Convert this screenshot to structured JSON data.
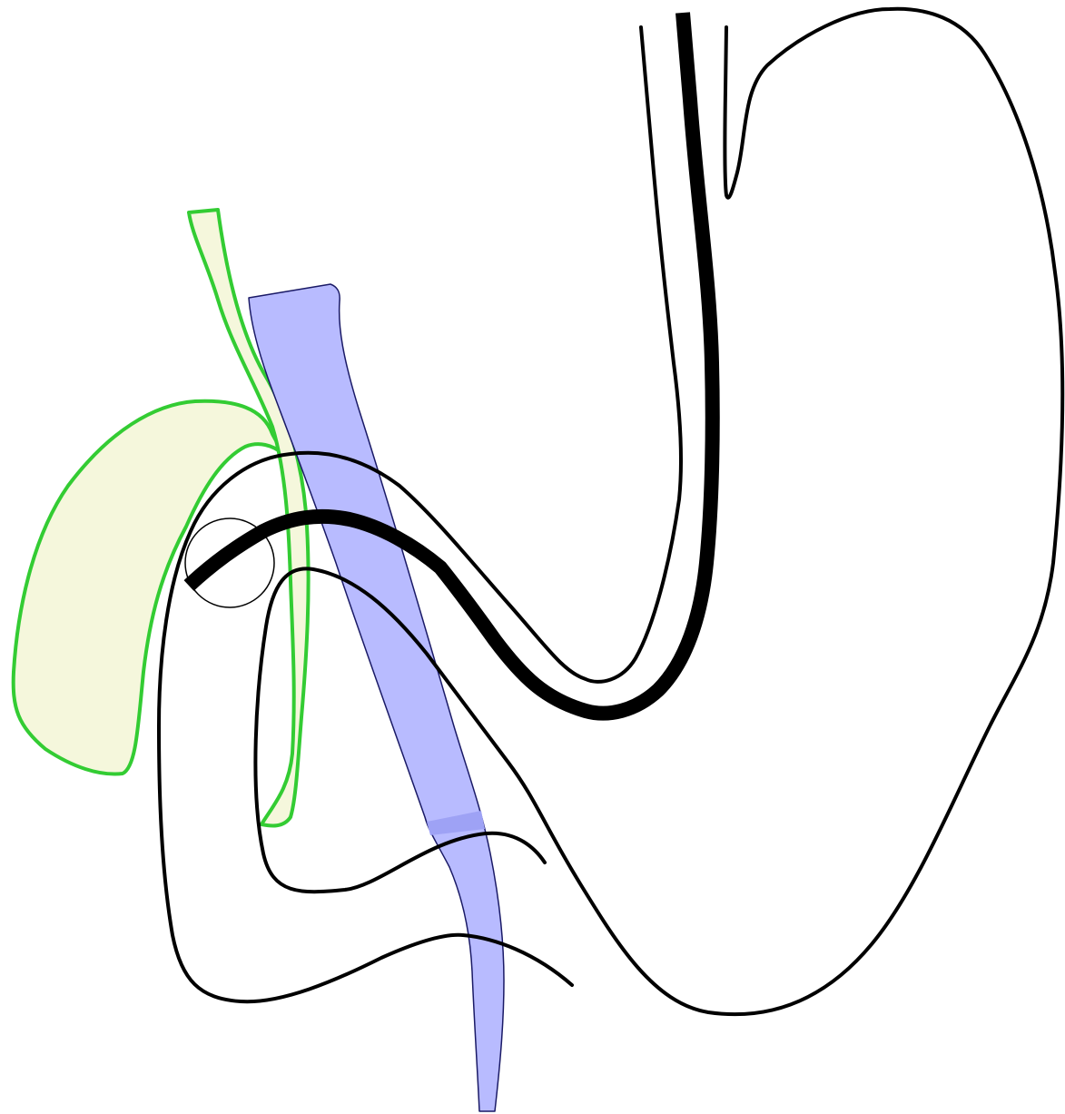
{
  "diagram": {
    "colors": {
      "background": "#ffffff",
      "outline": "#000000",
      "green_stroke": "#33cc33",
      "green_fill": "#f5f7dc",
      "blue_fill": "#b8bbff",
      "blue_band": "#9ea2f5",
      "blue_stroke": "#1a1a66"
    },
    "shapes": [
      "gallbladder-shape",
      "bile-duct-shape",
      "pancreatic-duct-shape",
      "stomach-outline",
      "duodenum-outline",
      "endoscope-tube",
      "papilla-circle"
    ]
  }
}
